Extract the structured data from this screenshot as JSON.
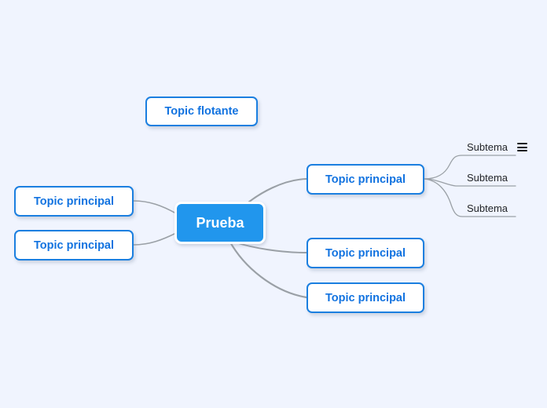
{
  "canvas": {
    "background_color": "#f0f4fe",
    "accent_color": "#1b7fe0",
    "root_fill_color": "#2196ed",
    "topic_text_color": "#1273e0",
    "edge_color": "#9aa0a6",
    "subtopic_text_color": "#222428"
  },
  "root": {
    "label": "Prueba"
  },
  "floating_topic": {
    "label": "Topic flotante"
  },
  "branches": {
    "left": [
      {
        "label": "Topic principal"
      },
      {
        "label": "Topic principal"
      }
    ],
    "right": [
      {
        "label": "Topic principal",
        "subtopics": [
          {
            "label": "Subtema"
          },
          {
            "label": "Subtema"
          },
          {
            "label": "Subtema"
          }
        ]
      },
      {
        "label": "Topic principal",
        "subtopics": []
      },
      {
        "label": "Topic principal",
        "subtopics": []
      }
    ]
  },
  "icons": {
    "menu": "hamburger-icon"
  }
}
